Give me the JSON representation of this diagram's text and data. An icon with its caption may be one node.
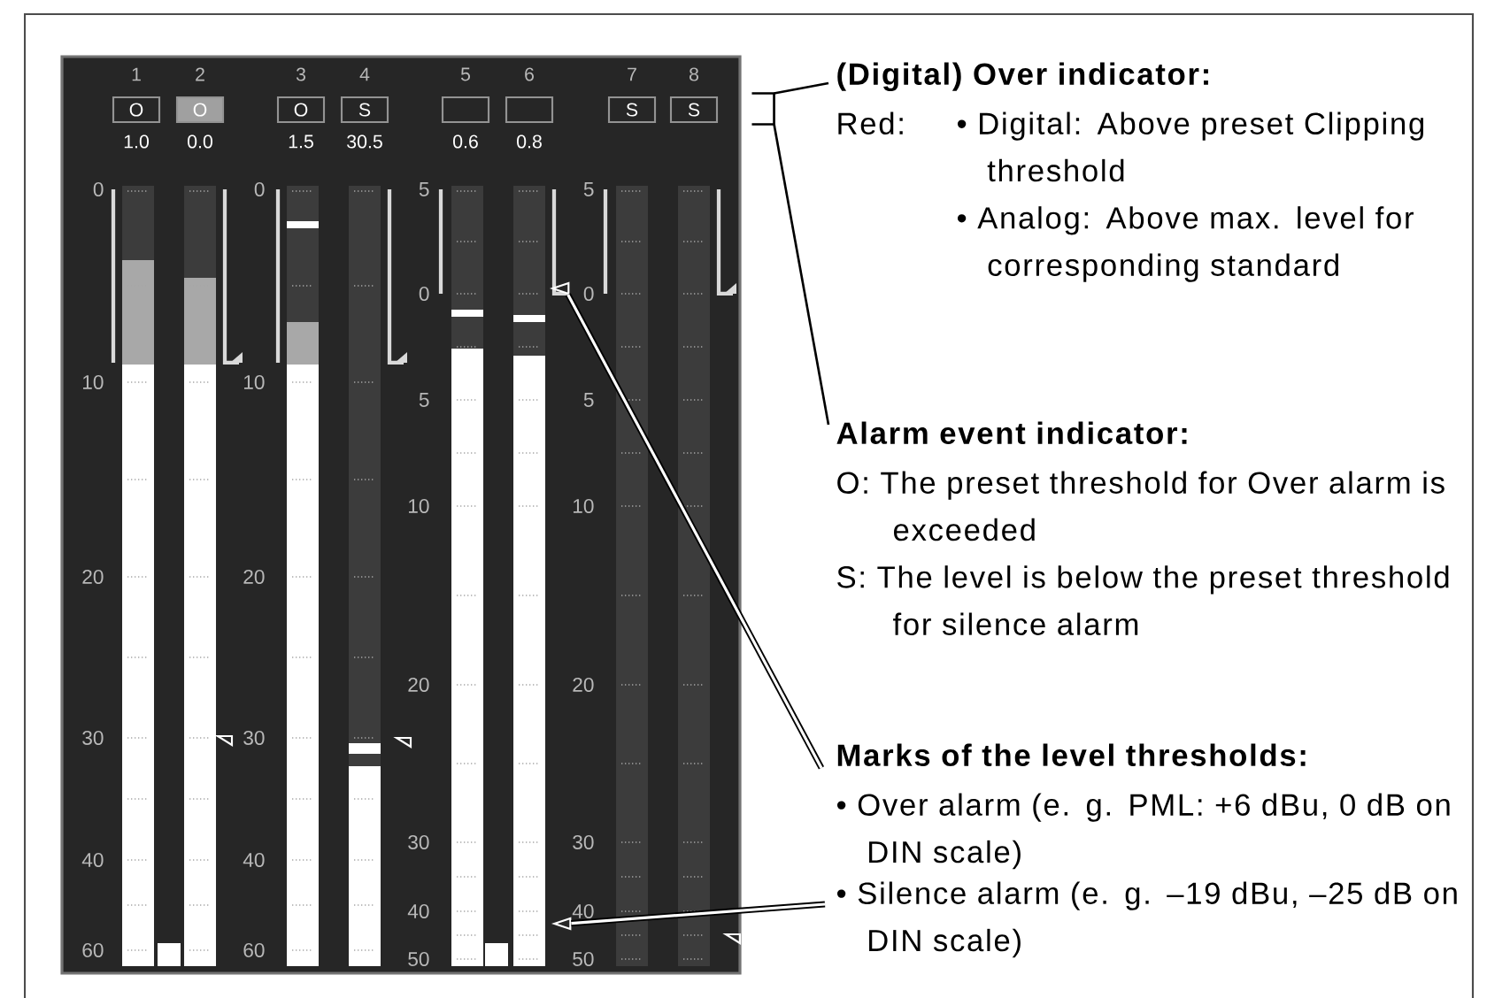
{
  "diagram": {
    "nodes": [
      {
        "text": [
          "O"
        ],
        "beside": [
          "1.0"
        ]
      },
      {
        "text": [
          "O"
        ],
        "beside": [
          "0.0"
        ]
      },
      {
        "text": [
          "O"
        ],
        "beside": [
          "1.5"
        ]
      },
      {
        "text": [
          "S"
        ],
        "beside": [
          "30.5"
        ]
      },
      {
        "text": [],
        "shape": "box",
        "beside": [
          "0.6"
        ]
      },
      {
        "text": [],
        "shape": "box",
        "beside": [
          "0.8"
        ]
      },
      {
        "text": [
          "S"
        ]
      },
      {
        "text": [
          "S"
        ]
      },
      {
        "text": [
          "(Digital) Over indicator:",
          "Red:",
          "• Digital: Above preset Clipping threshold",
          "• Analog: Above max. level for corresponding standard"
        ]
      },
      {
        "text": [
          "Alarm event indicator:",
          "O: The preset threshold for Over alarm is exceeded",
          "S: The level is below the preset threshold for silence alarm"
        ]
      },
      {
        "text": [
          "Marks of the level thresholds:",
          "• Over alarm (e. g. PML: +6 dBu, 0 dB on DIN scale)"
        ]
      },
      {
        "text": [
          "• Silence alarm (e. g. –19 dBu, –25 dB on DIN scale)"
        ]
      },
      {
        "text": [],
        "shape": "triangle"
      },
      {
        "text": [],
        "shape": "triangle"
      },
      {
        "text": [],
        "shape": "bracket"
      }
    ],
    "edges": [
      {
        "from": 8,
        "to": 14,
        "arrow": "none"
      },
      {
        "from": 9,
        "to": 14,
        "arrow": "none"
      },
      {
        "from": 10,
        "to": 12,
        "arrow": "none",
        "style": "thick"
      },
      {
        "from": 11,
        "to": 13,
        "arrow": "none",
        "style": "thick"
      }
    ],
    "labels": [
      "1",
      "2",
      "3",
      "4",
      "5",
      "6",
      "7",
      "8",
      "0",
      "10",
      "20",
      "30",
      "40",
      "60",
      "0",
      "10",
      "20",
      "30",
      "40",
      "60",
      "5",
      "0",
      "5",
      "10",
      "20",
      "30",
      "40",
      "50",
      "5",
      "0",
      "5",
      "10",
      "20",
      "30",
      "40",
      "50"
    ]
  }
}
